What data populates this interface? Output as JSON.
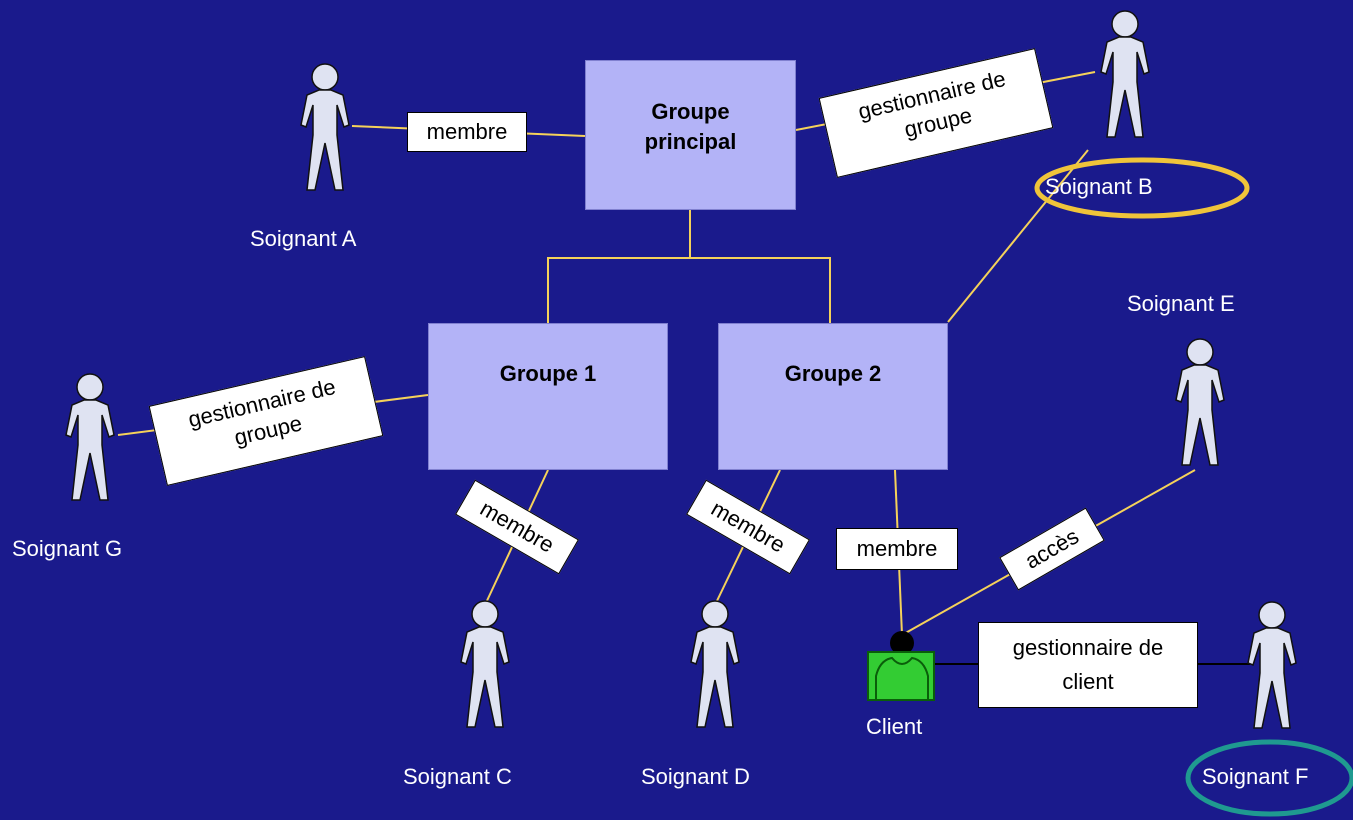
{
  "groups": {
    "main": "Groupe principal",
    "g1": "Groupe 1",
    "g2": "Groupe 2"
  },
  "people": {
    "a": "Soignant A",
    "b": "Soignant B",
    "c": "Soignant C",
    "d": "Soignant D",
    "e": "Soignant E",
    "f": "Soignant F",
    "g": "Soignant G",
    "client": "Client"
  },
  "relations": {
    "membre": "membre",
    "gestionnaire_groupe_1": "gestionnaire de",
    "gestionnaire_groupe_2": "groupe",
    "gestionnaire_client_1": "gestionnaire de",
    "gestionnaire_client_2": "client",
    "acces": "accès"
  },
  "side_text": "",
  "colors": {
    "background": "#1a1a8c",
    "group_fill": "#b3b3f7",
    "connector": "#f5d25a",
    "highlight_b": "#f0c43a",
    "highlight_f": "#1f9a90",
    "person_fill": "#dfe3f2",
    "client_fill": "#33cc33"
  }
}
